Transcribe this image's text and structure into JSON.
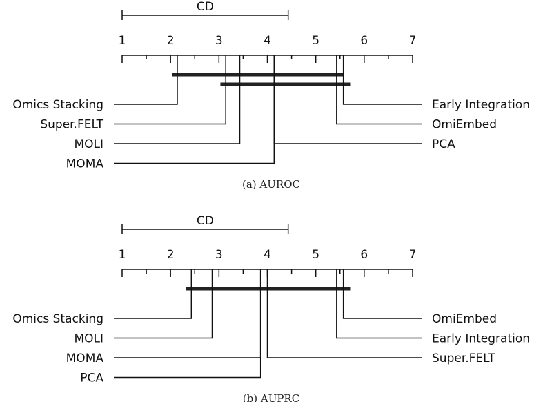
{
  "chart_data": [
    {
      "type": "cd-diagram",
      "caption": "(a) AUROC",
      "cd_label": "CD",
      "cd_value": 3.43,
      "axis": {
        "min": 1,
        "max": 7,
        "ticks": [
          "1",
          "2",
          "3",
          "4",
          "5",
          "6",
          "7"
        ],
        "minor_ticks": true
      },
      "left_methods": [
        {
          "name": "Omics Stacking",
          "rank": 2.14
        },
        {
          "name": "Super.FELT",
          "rank": 3.14
        },
        {
          "name": "MOLI",
          "rank": 3.43
        },
        {
          "name": "MOMA",
          "rank": 4.14
        }
      ],
      "right_methods": [
        {
          "name": "Early Integration",
          "rank": 5.57
        },
        {
          "name": "OmiEmbed",
          "rank": 5.43
        },
        {
          "name": "PCA",
          "rank": 4.14
        }
      ],
      "cliques": [
        {
          "from": 2.03,
          "to": 5.57
        },
        {
          "from": 3.03,
          "to": 5.71
        }
      ]
    },
    {
      "type": "cd-diagram",
      "caption": "(b) AUPRC",
      "cd_label": "CD",
      "cd_value": 3.43,
      "axis": {
        "min": 1,
        "max": 7,
        "ticks": [
          "1",
          "2",
          "3",
          "4",
          "5",
          "6",
          "7"
        ],
        "minor_ticks": true
      },
      "left_methods": [
        {
          "name": "Omics Stacking",
          "rank": 2.43
        },
        {
          "name": "MOLI",
          "rank": 2.86
        },
        {
          "name": "MOMA",
          "rank": 3.86
        },
        {
          "name": "PCA",
          "rank": 3.86
        }
      ],
      "right_methods": [
        {
          "name": "OmiEmbed",
          "rank": 5.57
        },
        {
          "name": "Early Integration",
          "rank": 5.43
        },
        {
          "name": "Super.FELT",
          "rank": 4.0
        }
      ],
      "cliques": [
        {
          "from": 2.32,
          "to": 5.71
        }
      ]
    }
  ]
}
